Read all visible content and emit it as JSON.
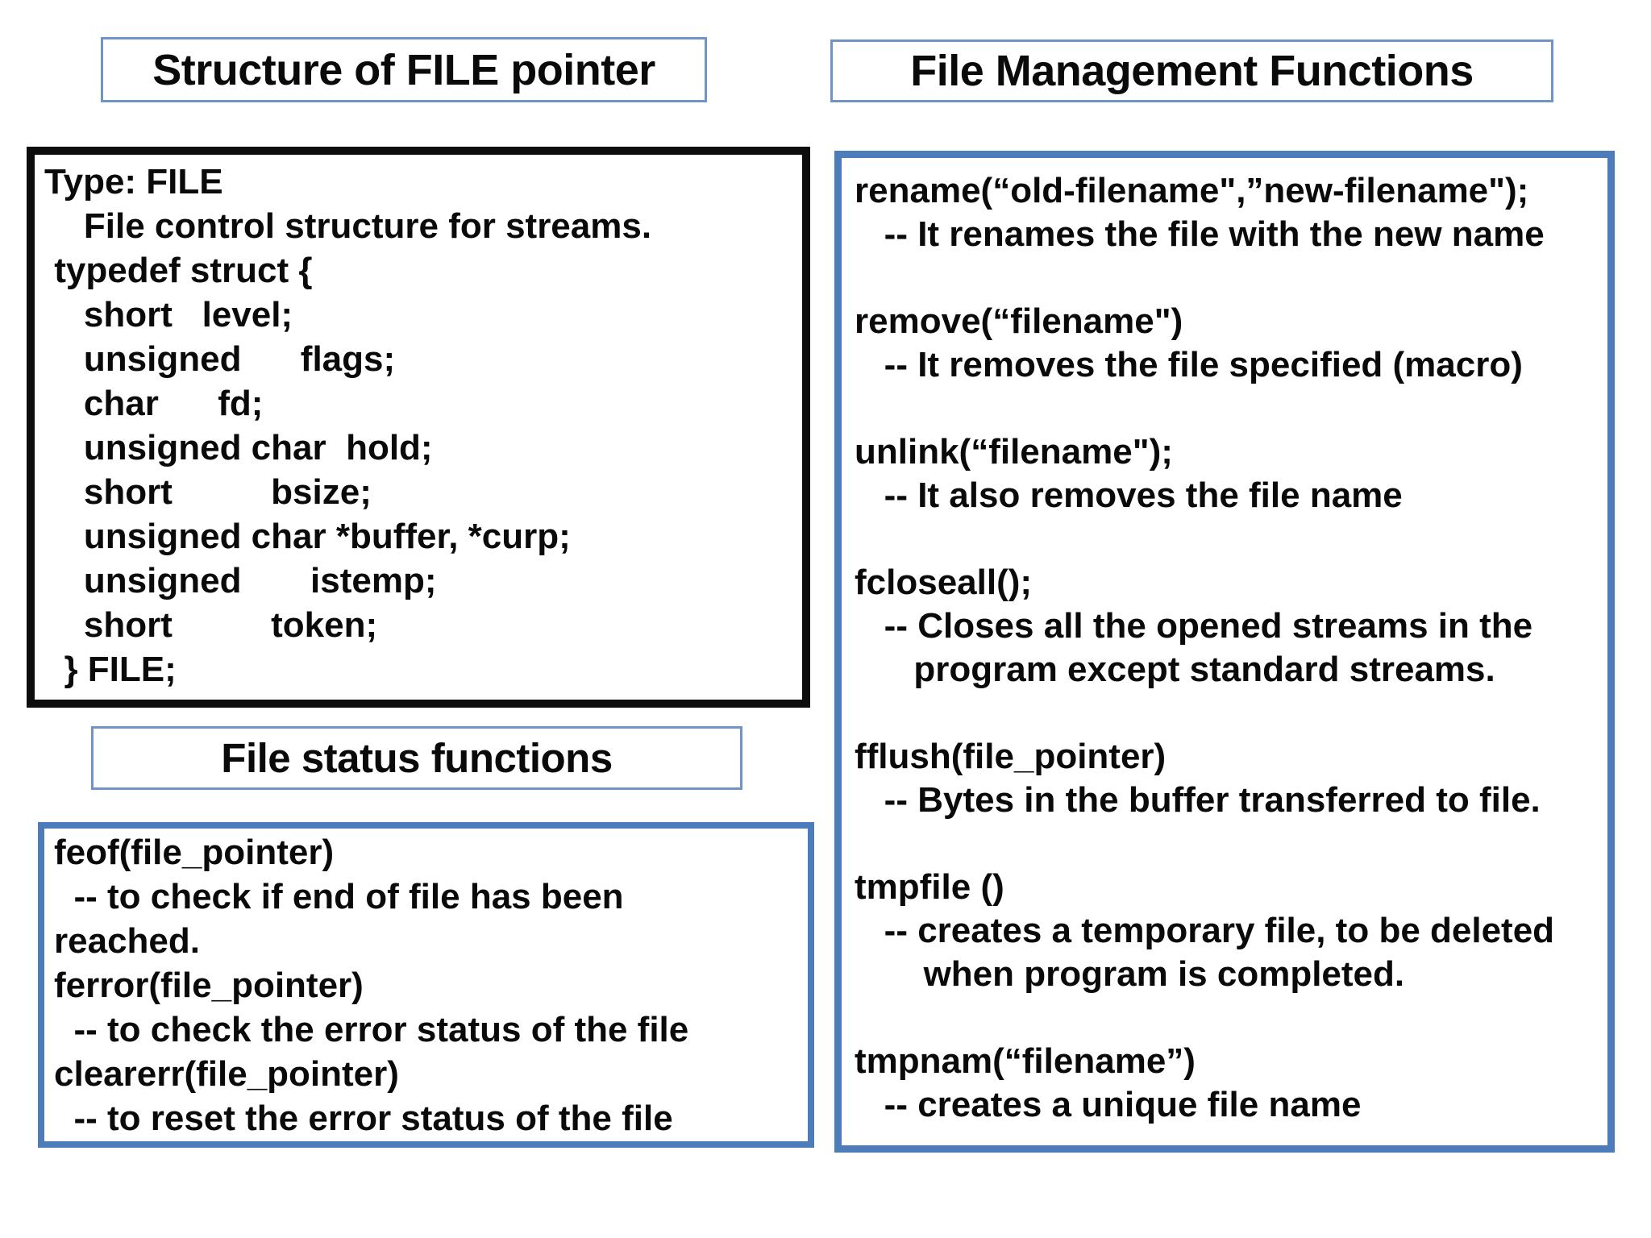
{
  "colors": {
    "background": "#ffffff",
    "text": "#0a0a0a",
    "title_box_border": "#7094c8",
    "content_box_border": "#4c7dba",
    "struct_box_border": "#0d0d0d"
  },
  "titles": {
    "structure": "Structure of FILE pointer",
    "management": "File Management Functions",
    "status": "File status functions"
  },
  "struct_box": {
    "lines": [
      "Type: FILE",
      "    File control structure for streams.",
      " typedef struct {",
      "    short   level;",
      "    unsigned      flags;",
      "    char      fd;",
      "    unsigned char  hold;",
      "    short          bsize;",
      "    unsigned char *buffer, *curp;",
      "    unsigned       istemp;",
      "    short          token;",
      "  } FILE;"
    ]
  },
  "status_box": {
    "lines": [
      "feof(file_pointer)",
      "  -- to check if end of file has been",
      "reached.",
      "ferror(file_pointer)",
      "  -- to check the error status of the file",
      "clearerr(file_pointer)",
      "  -- to reset the error status of the file"
    ]
  },
  "management_box": {
    "lines": [
      "rename(“old-filename\",”new-filename\");",
      "   -- It renames the file with the new name",
      "",
      "remove(“filename\")",
      "   -- It removes the file specified (macro)",
      "",
      "unlink(“filename\");",
      "   -- It also removes the file name",
      "",
      "fcloseall();",
      "   -- Closes all the opened streams in the",
      "      program except standard streams.",
      "",
      "fflush(file_pointer)",
      "   -- Bytes in the buffer transferred to file.",
      "",
      "tmpfile ()",
      "   -- creates a temporary file, to be deleted",
      "       when program is completed.",
      "",
      "tmpnam(“filename”)",
      "   -- creates a unique file name"
    ]
  }
}
